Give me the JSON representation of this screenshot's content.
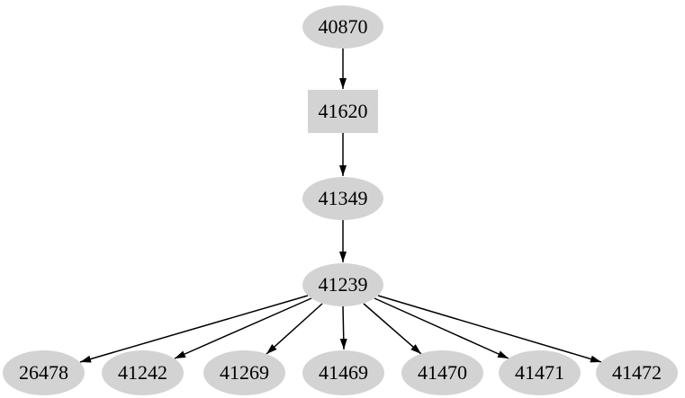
{
  "diagram": {
    "type": "directed-graph",
    "background_color": "#ffffff",
    "node_fill_color": "#d3d3d3",
    "node_text_color": "#000000",
    "edge_color": "#000000",
    "nodes": [
      {
        "id": "40870",
        "label": "40870",
        "shape": "ellipse"
      },
      {
        "id": "41620",
        "label": "41620",
        "shape": "box"
      },
      {
        "id": "41349",
        "label": "41349",
        "shape": "ellipse"
      },
      {
        "id": "41239",
        "label": "41239",
        "shape": "ellipse"
      },
      {
        "id": "26478",
        "label": "26478",
        "shape": "ellipse"
      },
      {
        "id": "41242",
        "label": "41242",
        "shape": "ellipse"
      },
      {
        "id": "41269",
        "label": "41269",
        "shape": "ellipse"
      },
      {
        "id": "41469",
        "label": "41469",
        "shape": "ellipse"
      },
      {
        "id": "41470",
        "label": "41470",
        "shape": "ellipse"
      },
      {
        "id": "41471",
        "label": "41471",
        "shape": "ellipse"
      },
      {
        "id": "41472",
        "label": "41472",
        "shape": "ellipse"
      }
    ],
    "edges": [
      {
        "from": "40870",
        "to": "41620"
      },
      {
        "from": "41620",
        "to": "41349"
      },
      {
        "from": "41349",
        "to": "41239"
      },
      {
        "from": "41239",
        "to": "26478"
      },
      {
        "from": "41239",
        "to": "41242"
      },
      {
        "from": "41239",
        "to": "41269"
      },
      {
        "from": "41239",
        "to": "41469"
      },
      {
        "from": "41239",
        "to": "41470"
      },
      {
        "from": "41239",
        "to": "41471"
      },
      {
        "from": "41239",
        "to": "41472"
      }
    ]
  }
}
